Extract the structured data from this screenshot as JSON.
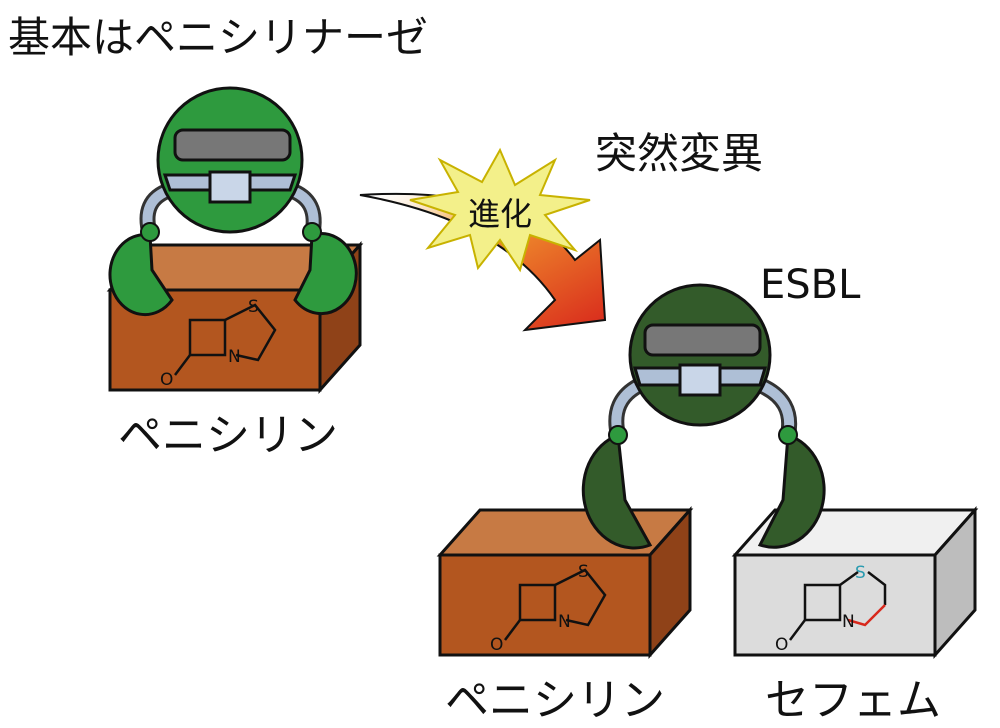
{
  "title": "基本はペニシリナーゼ",
  "mutation_label": "突然変異",
  "evolution_label": "進化",
  "esbl_label": "ESBL",
  "boxes": [
    {
      "label": "ペニシリン",
      "atoms": {
        "s": "S",
        "n": "N",
        "o": "O"
      }
    },
    {
      "label": "ペニシリン",
      "atoms": {
        "s": "S",
        "n": "N",
        "o": "O"
      }
    },
    {
      "label": "セフェム",
      "atoms": {
        "s": "S",
        "n": "N",
        "o": "O"
      }
    }
  ],
  "colors": {
    "basic_enzyme": "#2e9a3e",
    "esbl_enzyme": "#335b2a",
    "penicillin_box": "#b3561f",
    "cephem_box": "#dcdcdc",
    "arrow": "#d8281c",
    "burst": "#f3f08a"
  }
}
